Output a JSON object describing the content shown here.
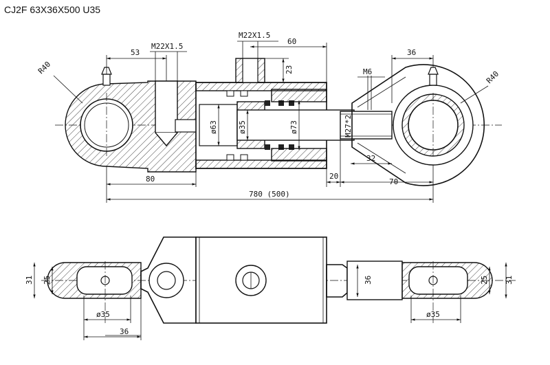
{
  "title": "CJ2F 63X36X500 U35",
  "dims": {
    "d53": "53",
    "thread_port_left": "M22X1.5",
    "thread_port_top": "M22X1.5",
    "d60": "60",
    "d36_top": "36",
    "r40_left": "R40",
    "r40_right": "R40",
    "d23": "23",
    "m6": "M6",
    "phi63": "ø63",
    "phi35_rod": "ø35",
    "phi73": "ø73",
    "m27": "M27*2",
    "d32": "32",
    "d80": "80",
    "d20": "20",
    "d70": "70",
    "d780": "780 (500)",
    "d31_left": "31",
    "d25_left": "25",
    "d36_side": "36",
    "d25_right": "25",
    "d31_right": "31",
    "phi35_bl": "ø35",
    "d36_bl": "36",
    "phi35_br": "ø35"
  }
}
